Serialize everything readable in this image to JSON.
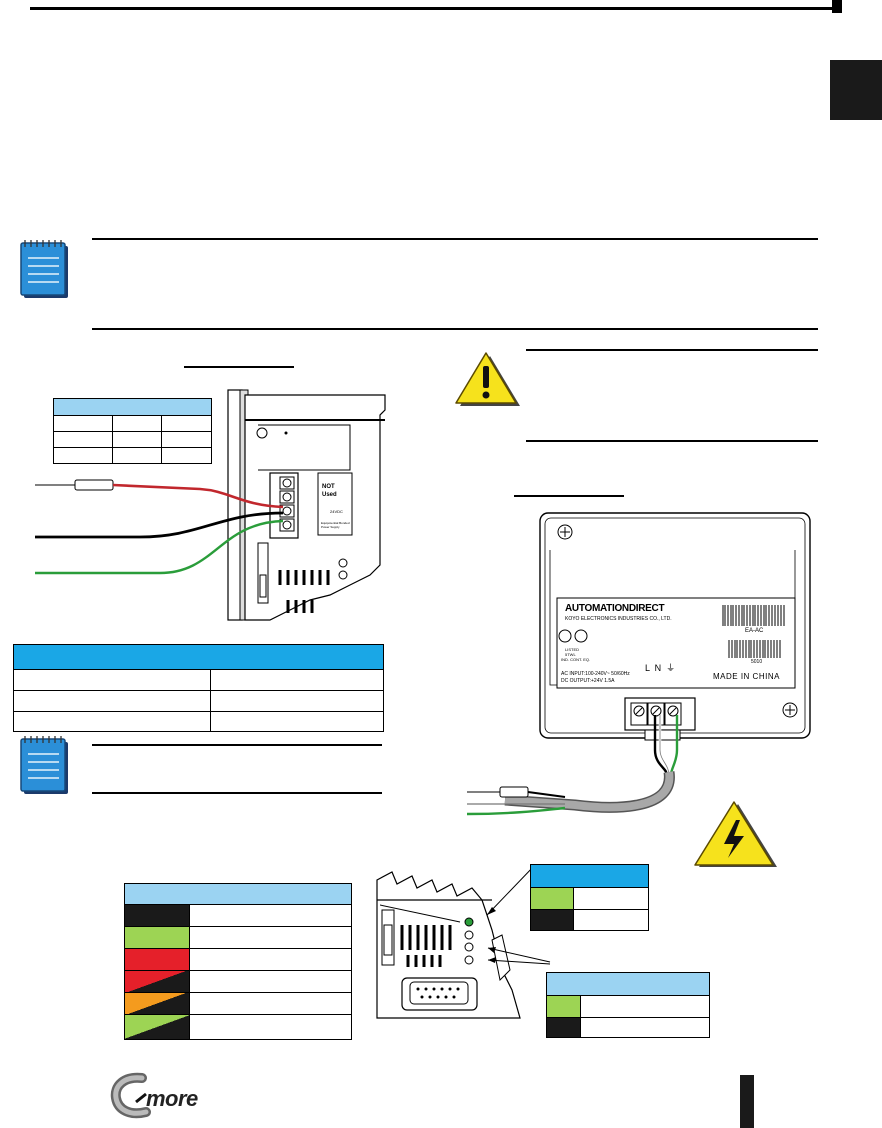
{
  "chapter_tab": {
    "label": ""
  },
  "note_top": {
    "text": ""
  },
  "warning_box": {
    "text": ""
  },
  "note_bottom": {
    "text": ""
  },
  "label_plate": {
    "brand": "AUTOMATIONDIRECT",
    "company": "KOYO ELECTRONICS INDUSTRIES CO., LTD.",
    "listing": "LISTED",
    "listing_sub": "5TWL",
    "ind_cont": "IND. CONT. EQ.",
    "part_number": "EA-AC",
    "serial": "5010",
    "ac_input": "AC INPUT:100-240V~ 50/60Hz",
    "dc_output": "DC OUTPUT:+24V 1.5A",
    "terminals": "L  N  ⏚",
    "origin": "MADE IN CHINA"
  },
  "terminal_block_label": {
    "not_used": "NOT",
    "not_used2": "Used",
    "v24": "24VDC",
    "earth": "Equipotential Bonded Power Supply"
  },
  "logo": {
    "c": "C",
    "more": "more"
  },
  "page_number": "",
  "colors": {
    "header_light_blue": "#9bd3f2",
    "header_strong_blue": "#1aa7e6",
    "led_green": "#9dd454",
    "led_red": "#e5202a",
    "led_orange": "#f49b1e",
    "wire_red": "#c1272d",
    "wire_green": "#2a9d3a",
    "warning_yellow": "#f6e21c"
  }
}
